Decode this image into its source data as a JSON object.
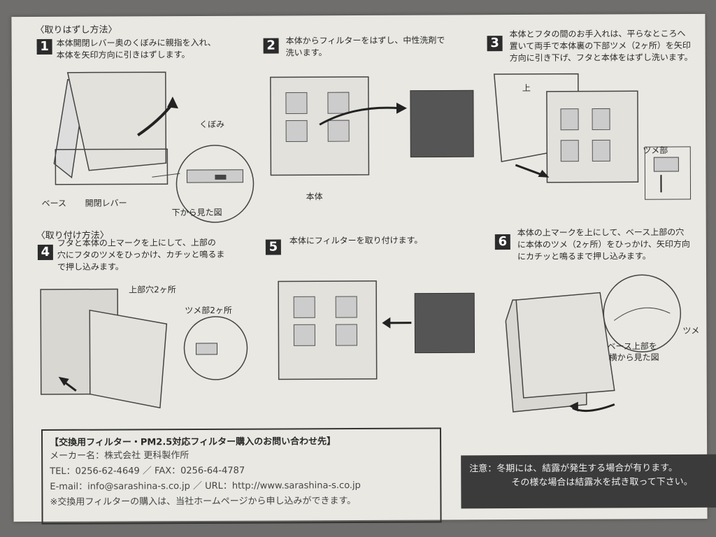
{
  "removal": {
    "heading": "〈取りはずし方法〉",
    "steps": [
      {
        "num": "1",
        "line1": "本体開閉レバー奥のくぼみに親指を入れ、",
        "line2": "本体を矢印方向に引きはずします。"
      },
      {
        "num": "2",
        "line1": "本体からフィルターをはずし、中性洗剤で",
        "line2": "洗います。"
      },
      {
        "num": "3",
        "line1": "本体とフタの間のお手入れは、平らなところへ",
        "line2": "置いて両手で本体裏の下部ツメ（2ヶ所）を矢印",
        "line3": "方向に引き下げ、フタと本体をはずし洗います。"
      }
    ],
    "labels": {
      "kubomi": "くぼみ",
      "base": "ベース",
      "lever": "開閉レバー",
      "bottom_view": "下から見た図",
      "hontai": "本体",
      "ue": "上",
      "tsume_bu": "ツメ部"
    }
  },
  "attach": {
    "heading": "〈取り付け方法〉",
    "steps": [
      {
        "num": "4",
        "line1": "フタと本体の上マークを上にして、上部の",
        "line2": "穴にフタのツメをひっかけ、カチッと鳴るま",
        "line3": "で押し込みます。"
      },
      {
        "num": "5",
        "line1": "本体にフィルターを取り付けます。"
      },
      {
        "num": "6",
        "line1": "本体の上マークを上にして、ベース上部の穴",
        "line2": "に本体のツメ（2ヶ所）をひっかけ、矢印方向",
        "line3": "にカチッと鳴るまで押し込みます。"
      }
    ],
    "labels": {
      "top_holes": "上部穴2ヶ所",
      "tsume_2": "ツメ部2ヶ所",
      "tsume": "ツメ",
      "side_view1": "ベース上部を",
      "side_view2": "横から見た図"
    }
  },
  "contact": {
    "title": "【交換用フィルター・PM2.5対応フィルター購入のお問い合わせ先】",
    "maker": "メーカー名：株式会社 更科製作所",
    "tel_fax": "TEL：0256-62-4649 ／ FAX：0256-64-4787",
    "email_url": "E-mail：info@sarashina-s.co.jp ／ URL：http://www.sarashina-s.co.jp",
    "note": "※交換用フィルターの購入は、当社ホームページから申し込みができます。"
  },
  "caution": {
    "line1": "注意：冬期には、結露が発生する場合が有ります。",
    "line2": "その様な場合は結露水を拭き取って下さい。"
  }
}
